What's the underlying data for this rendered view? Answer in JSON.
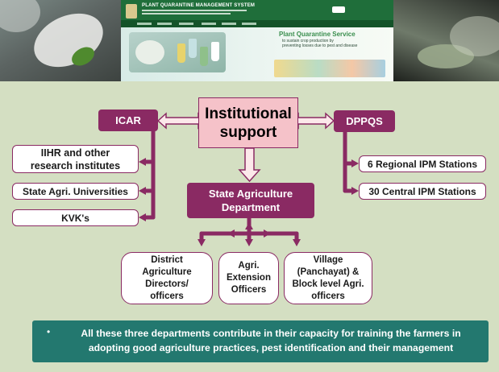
{
  "banner": {
    "header_title": "PLANT QUARANTINE MANAGEMENT SYSTEM",
    "service_title": "Plant Quarantine Service",
    "service_tagline_line1": "to sustain crop production by",
    "service_tagline_line2": "preventing losses due to pest and disease"
  },
  "diagram": {
    "center": "Institutional support",
    "left_org": "ICAR",
    "right_org": "DPPQS",
    "bottom_org": "State Agriculture Department",
    "icar_children": [
      "IIHR and other research institutes",
      "State Agri. Universities",
      "KVK's"
    ],
    "dppqs_children": [
      "6 Regional IPM Stations",
      "30 Central IPM Stations"
    ],
    "state_children": [
      "District Agriculture Directors/ officers",
      "Agri. Extension Officers",
      "Village (Panchayat) & Block level Agri. officers"
    ]
  },
  "note": {
    "bullet": "•",
    "text": "All these three departments contribute in their capacity for training the farmers in adopting good agriculture practices, pest identification and their management"
  },
  "colors": {
    "background": "#d4dfc2",
    "purple": "#8a2a63",
    "pink": "#f5c2c9",
    "teal": "#23786f"
  }
}
